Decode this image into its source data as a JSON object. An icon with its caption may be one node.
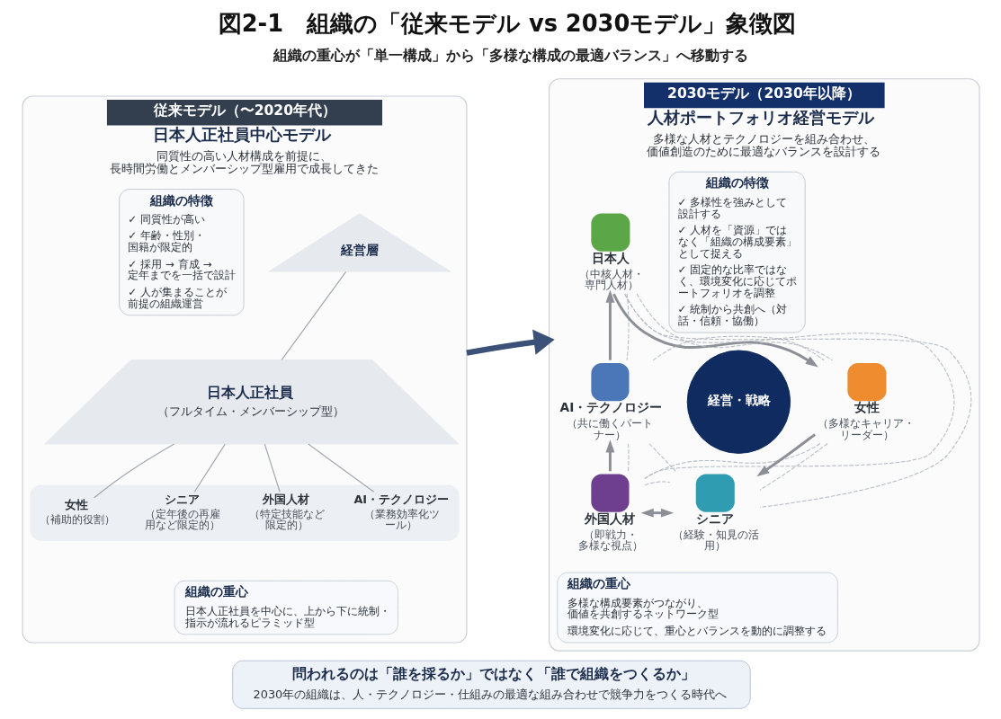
{
  "diagram": {
    "title": "図2-1　組織の「従来モデル vs 2030モデル」象徴図",
    "nodes": [
      {
        "text": [
          "従来モデル（〜2020年代）",
          "日本人正社員中心モデル",
          "同質性の高い人材構成を前提に、長時間労働とメンバーシップ型雇用で成長してきた"
        ]
      },
      {
        "text": [
          "組織の特徴",
          "✓ 同質性が高い",
          "✓ 年齢・性別・国籍が限定的",
          "✓ 採用 → 育成 → 定年までを一括で設計",
          "✓ 人が集まることが前提の組織運営"
        ],
        "in": 0
      },
      {
        "text": [
          "経営層"
        ],
        "in": 0
      },
      {
        "text": [
          "日本人正社員",
          "（フルタイム・メンバーシップ型）"
        ],
        "in": 0
      },
      {
        "text": [],
        "shape": "trapezoid",
        "in": 0
      },
      {
        "text": [
          "女性",
          "（補助的役割）"
        ],
        "in": 4
      },
      {
        "text": [
          "シニア",
          "（定年後の再雇用など限定的）"
        ],
        "in": 4
      },
      {
        "text": [
          "外国人材",
          "（特定技能など限定的）"
        ],
        "in": 4
      },
      {
        "text": [
          "AI・テクノロジー",
          "（業務効率化ツール）"
        ],
        "in": 4
      },
      {
        "text": [
          "組織の重心",
          "日本人正社員を中心に、上から下に統制・指示が流れるピラミッド型"
        ],
        "in": 0
      },
      {
        "text": [
          "2030モデル（2030年以降）",
          "人材ポートフォリオ経営モデル",
          "多様な人材とテクノロジーを組み合わせ、価値創造のために最適なバランスを設計する"
        ]
      },
      {
        "text": [
          "日本人",
          "（中核人材・専門人材）"
        ],
        "in": 10
      },
      {
        "text": [
          "組織の特徴",
          "✓ 多様性を強みとして設計する",
          "✓ 人材を「資源」ではなく「組織の構成要素」として捉える",
          "✓ 固定的な比率ではなく、環境変化に応じてポートフォリオを調整",
          "✓ 統制から共創へ（対話・信頼・協働）"
        ],
        "in": 10
      },
      {
        "text": [
          "AI・テクノロジー",
          "（共に働くパートナー）"
        ],
        "in": 10
      },
      {
        "text": [
          "経営・戦略"
        ],
        "in": 10
      },
      {
        "text": [
          "女性",
          "（多様なキャリア・リーダー）"
        ],
        "in": 10
      },
      {
        "text": [
          "外国人材",
          "（即戦力・多様な視点）"
        ],
        "in": 10
      },
      {
        "text": [
          "シニア",
          "（経験・知見の活用）"
        ],
        "in": 10
      },
      {
        "text": [
          "組織の重心",
          "多様な構成要素がつながり、価値を共創するネットワーク型",
          "環境変化に応じて、重心とバランスを動的に調整する"
        ],
        "in": 10
      },
      {
        "text": [
          "問われるのは「誰を採るか」ではなく「誰で組織をつくるか」",
          "2030年の組織は、人・テクノロジー・仕組みの最適な組み合わせで競争力をつくる時代へ"
        ]
      }
    ],
    "edges": [
      {
        "from": 2,
        "to": 3,
        "arrow": "none"
      },
      {
        "from": 3,
        "to": 5,
        "arrow": "none"
      },
      {
        "from": 3,
        "to": 6,
        "arrow": "none"
      },
      {
        "from": 3,
        "to": 7,
        "arrow": "none"
      },
      {
        "from": 3,
        "to": 8,
        "arrow": "none"
      },
      {
        "from": 0,
        "to": 10,
        "arrow": "to",
        "style": "thick",
        "color": "#3b5178"
      },
      {
        "from": 11,
        "to": 15,
        "arrow": "to",
        "style": "thick"
      },
      {
        "from": 15,
        "to": 17,
        "arrow": "to",
        "style": "thick"
      },
      {
        "from": 16,
        "to": 17,
        "arrow": "both",
        "style": "thick"
      },
      {
        "from": 16,
        "to": 13,
        "arrow": "to",
        "style": "thick"
      },
      {
        "from": 13,
        "to": 11,
        "arrow": "to",
        "style": "thick"
      },
      {
        "from": 11,
        "to": 13,
        "arrow": "none",
        "style": "dashed"
      },
      {
        "from": 11,
        "to": 15,
        "arrow": "none",
        "style": "dashed"
      },
      {
        "from": 11,
        "to": 16,
        "arrow": "none",
        "style": "dashed"
      },
      {
        "from": 11,
        "to": 17,
        "arrow": "none",
        "style": "dashed"
      },
      {
        "from": 13,
        "to": 15,
        "arrow": "none",
        "style": "dashed"
      },
      {
        "from": 13,
        "to": 16,
        "arrow": "none",
        "style": "dashed"
      },
      {
        "from": 13,
        "to": 17,
        "arrow": "none",
        "style": "dashed"
      },
      {
        "from": 15,
        "to": 16,
        "arrow": "none",
        "style": "dashed"
      },
      {
        "from": 15,
        "to": 17,
        "arrow": "none",
        "style": "dashed"
      },
      {
        "from": 16,
        "to": 17,
        "arrow": "none",
        "style": "dashed"
      }
    ],
    "labels": [
      "組織の重心が「単一構成」から「多様な構成の最適バランス」へ移動する"
    ]
  }
}
